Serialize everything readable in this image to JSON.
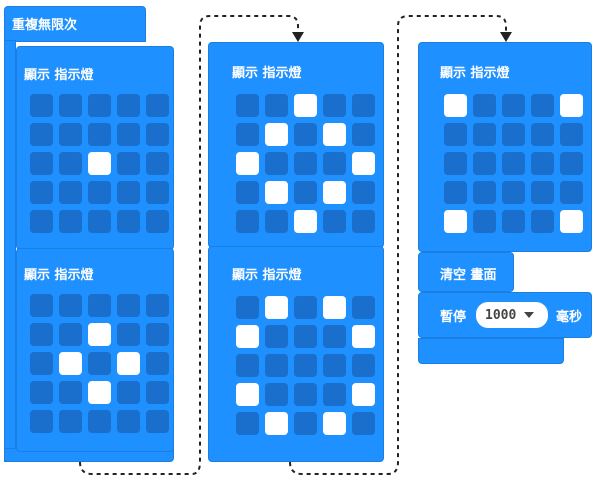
{
  "loop": {
    "label": "重複無限次"
  },
  "show_label": "顯示 指示燈",
  "leds": {
    "p1": [
      [
        0,
        0,
        0,
        0,
        0
      ],
      [
        0,
        0,
        0,
        0,
        0
      ],
      [
        0,
        0,
        1,
        0,
        0
      ],
      [
        0,
        0,
        0,
        0,
        0
      ],
      [
        0,
        0,
        0,
        0,
        0
      ]
    ],
    "p2": [
      [
        0,
        0,
        0,
        0,
        0
      ],
      [
        0,
        0,
        1,
        0,
        0
      ],
      [
        0,
        1,
        0,
        1,
        0
      ],
      [
        0,
        0,
        1,
        0,
        0
      ],
      [
        0,
        0,
        0,
        0,
        0
      ]
    ],
    "p3": [
      [
        0,
        0,
        1,
        0,
        0
      ],
      [
        0,
        1,
        0,
        1,
        0
      ],
      [
        1,
        0,
        0,
        0,
        1
      ],
      [
        0,
        1,
        0,
        1,
        0
      ],
      [
        0,
        0,
        1,
        0,
        0
      ]
    ],
    "p4": [
      [
        0,
        1,
        0,
        1,
        0
      ],
      [
        1,
        0,
        0,
        0,
        1
      ],
      [
        0,
        0,
        0,
        0,
        0
      ],
      [
        1,
        0,
        0,
        0,
        1
      ],
      [
        0,
        1,
        0,
        1,
        0
      ]
    ],
    "p5": [
      [
        1,
        0,
        0,
        0,
        1
      ],
      [
        0,
        0,
        0,
        0,
        0
      ],
      [
        0,
        0,
        0,
        0,
        0
      ],
      [
        0,
        0,
        0,
        0,
        0
      ],
      [
        1,
        0,
        0,
        0,
        1
      ]
    ]
  },
  "clear": {
    "label": "清空 畫面"
  },
  "pause": {
    "label": "暫停",
    "value": "1000",
    "unit": "毫秒"
  }
}
